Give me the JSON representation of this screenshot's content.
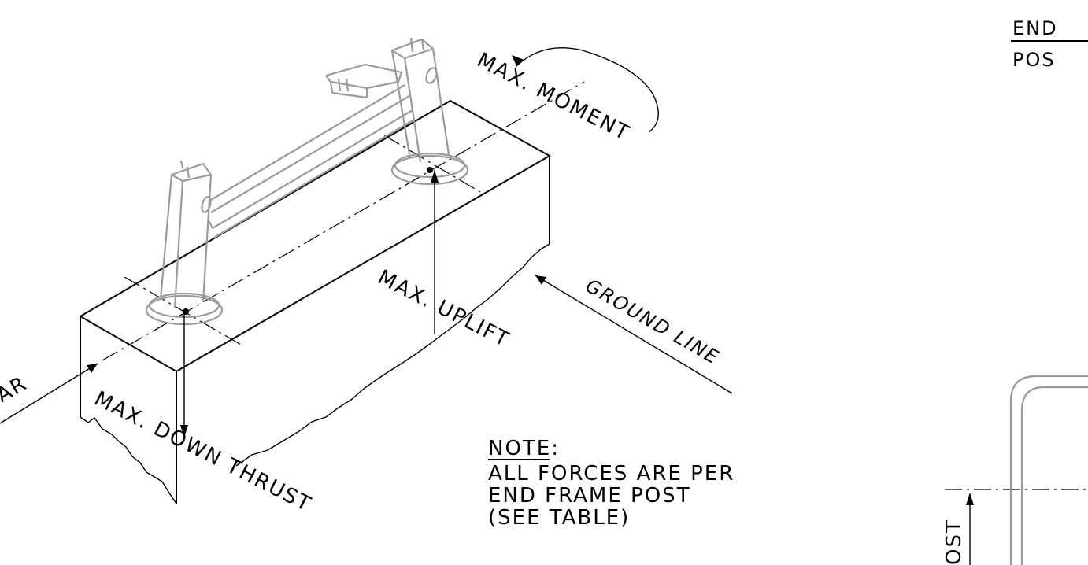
{
  "labels": {
    "max_moment": "MAX. MOMENT",
    "max_uplift": "MAX. UPLIFT",
    "max_down_thrust": "MAX. DOWN THRUST",
    "ground_line": "GROUND LINE",
    "shear_partial": "AR",
    "post_partial": "OST"
  },
  "note": {
    "heading": "NOTE:",
    "line1": "ALL FORCES ARE PER",
    "line2": "END FRAME POST",
    "line3": "(SEE TABLE)"
  },
  "title_block": {
    "top": "END",
    "bottom": "POS"
  },
  "colors": {
    "ink": "#000000",
    "structure": "#9a9a9a"
  }
}
